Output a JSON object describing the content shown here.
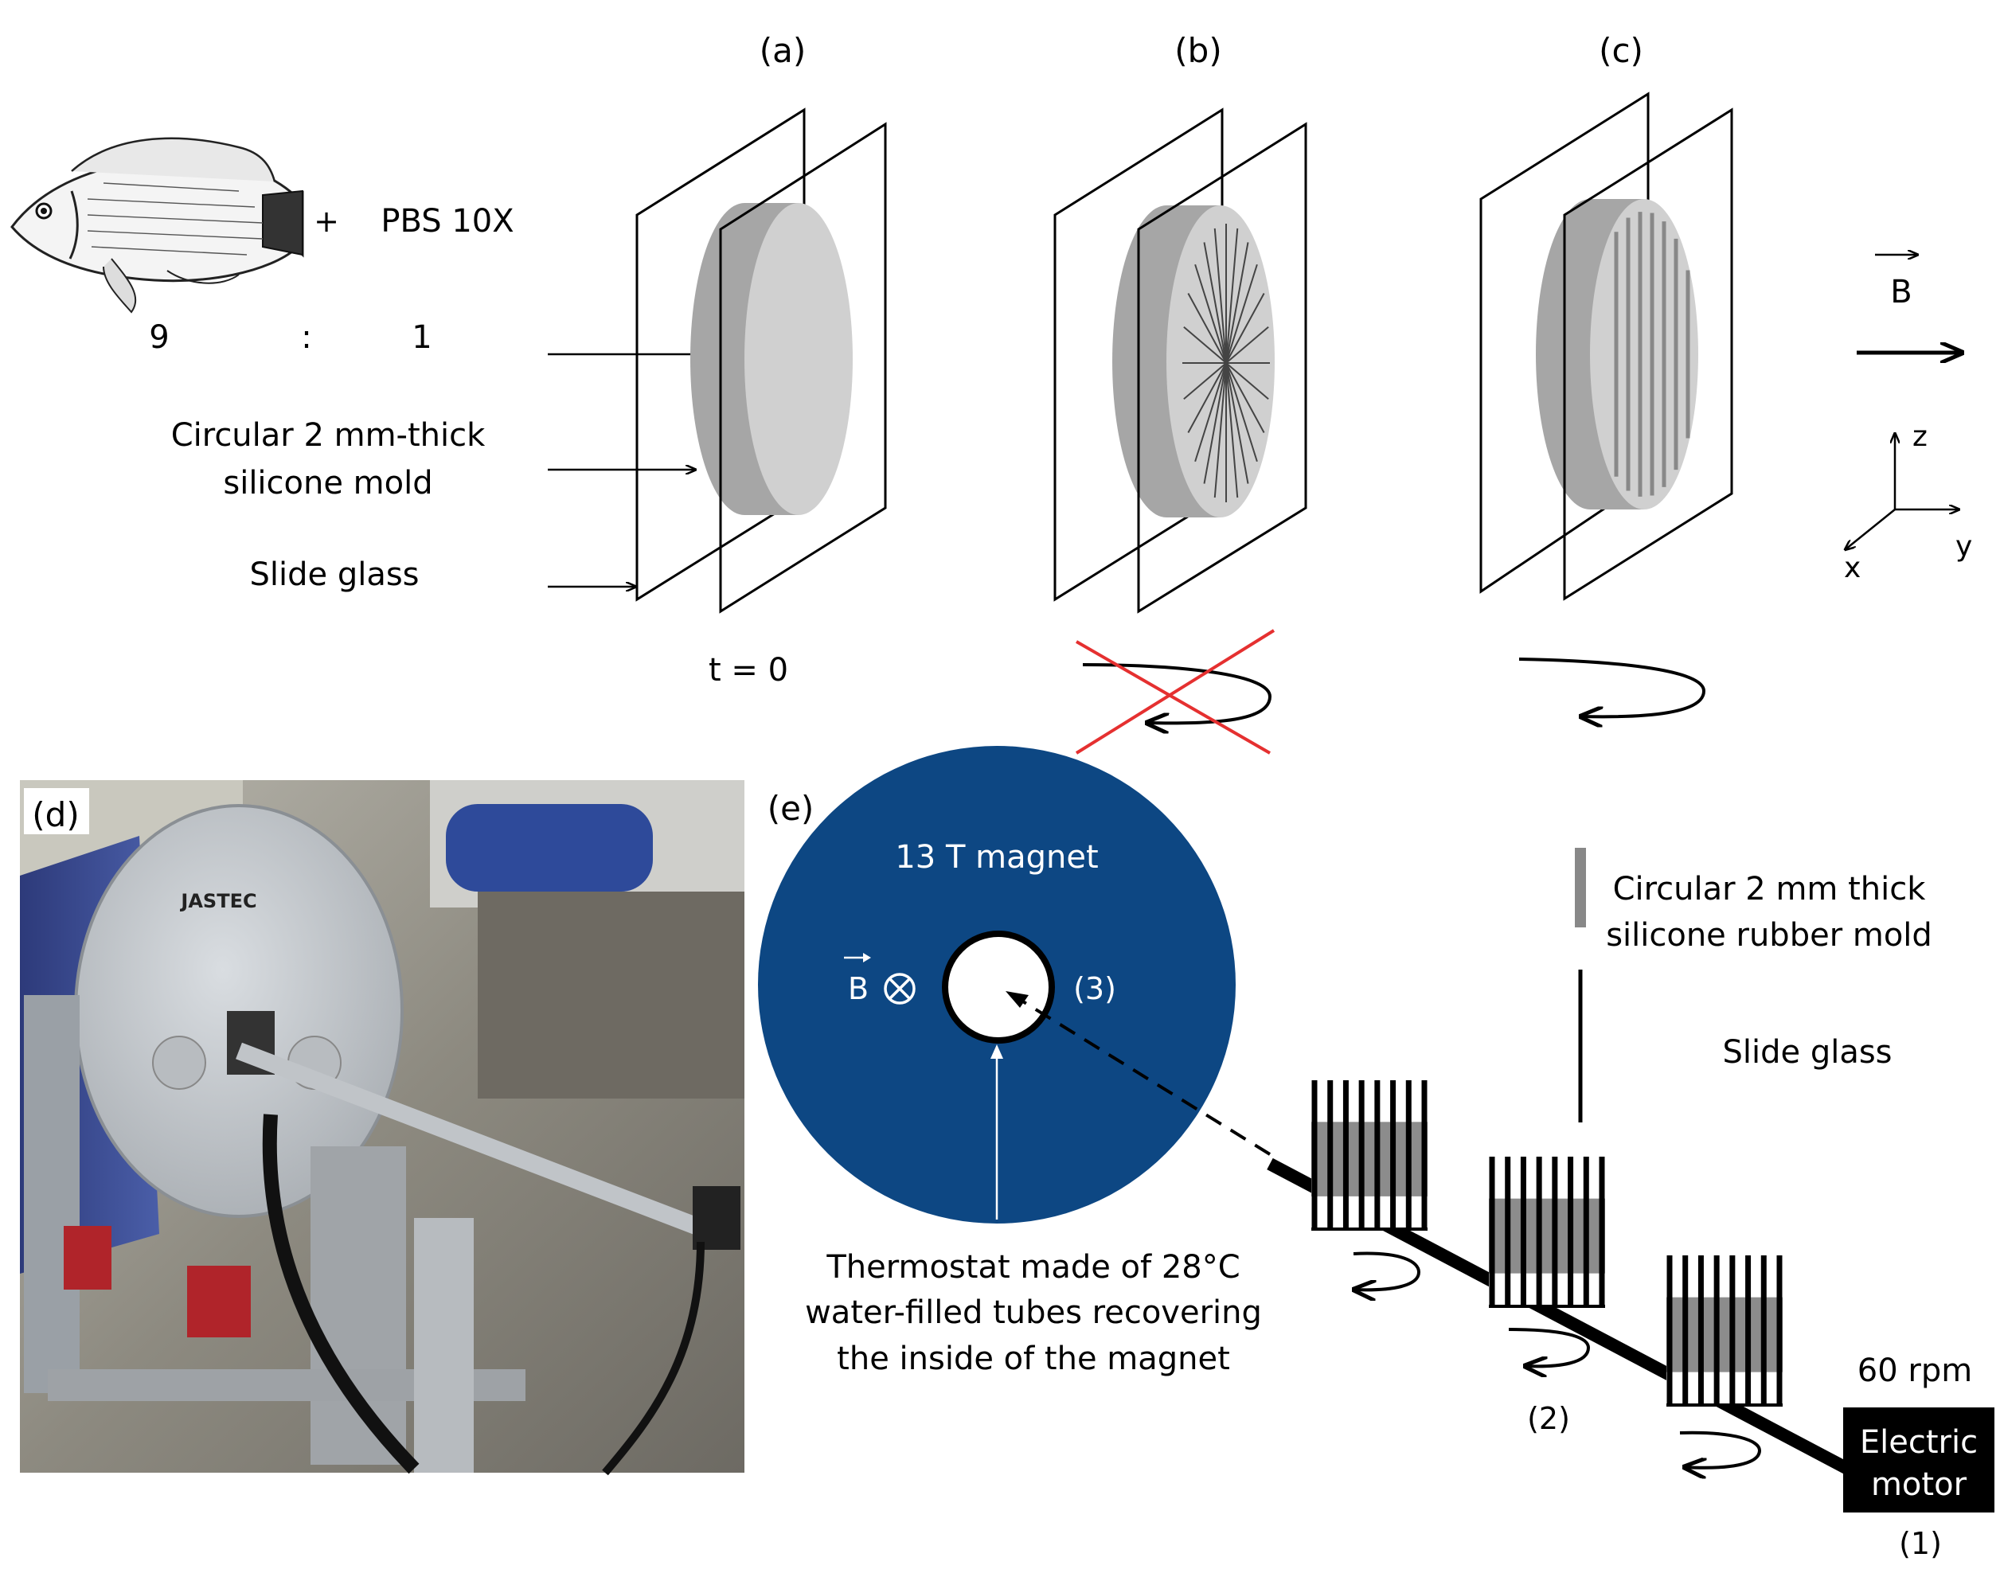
{
  "labels": {
    "a": "(a)",
    "b": "(b)",
    "c": "(c)",
    "d": "(d)",
    "e": "(e)",
    "plus": "+",
    "pbs": "PBS 10X",
    "ratio_left": "9",
    "ratio_colon": ":",
    "ratio_right": "1",
    "mold_line1": "Circular 2 mm-thick",
    "mold_line2": "silicone mold",
    "slide_glass_top": "Slide glass",
    "t0": "t = 0",
    "b_field": "B",
    "axis_x": "x",
    "axis_y": "y",
    "axis_z": "z",
    "magnet": "13 T magnet",
    "b_field_e": "B",
    "label_3": "(3)",
    "thermo_line1": "Thermostat made of 28°C",
    "thermo_line2": "water-filled tubes recovering",
    "thermo_line3": "the inside of the magnet",
    "rubber_line1": "Circular 2 mm thick",
    "rubber_line2": "silicone rubber mold",
    "slide_glass_right": "Slide glass",
    "rpm": "60 rpm",
    "motor_line1": "Electric",
    "motor_line2": "motor",
    "label_1": "(1)",
    "label_2": "(2)",
    "photo_brand": "JASTEC"
  },
  "colors": {
    "magnet_blue": "#0d4783",
    "mold_dark": "#a6a6a6",
    "mold_light": "#d0d0d0",
    "cross_red": "#e53030"
  }
}
